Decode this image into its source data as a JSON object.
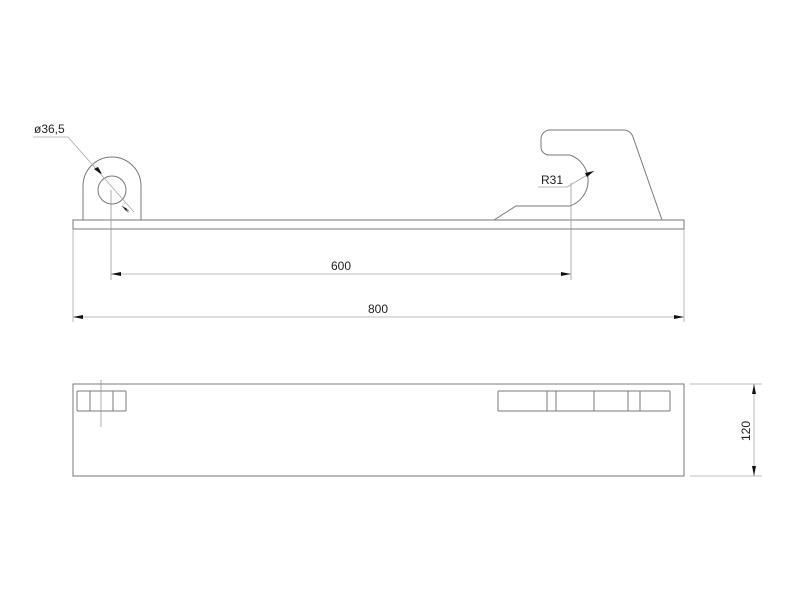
{
  "drawing": {
    "type": "technical-drawing",
    "units": "mm",
    "views": {
      "front": {
        "label": "front-view",
        "features": [
          "base-plate",
          "lug-with-hole",
          "hook"
        ]
      },
      "top": {
        "label": "top-view",
        "features": [
          "plate-outline",
          "left-slot-group",
          "right-slot-group"
        ]
      }
    },
    "dimensions": {
      "hole_diameter": "ø36,5",
      "hook_radius": "R31",
      "center_distance": "600",
      "overall_length": "800",
      "width": "120"
    },
    "colors": {
      "background": "#ffffff",
      "outline": "#7a7a7a",
      "dimension_line": "#a8a8a8",
      "arrow": "#111111",
      "text": "#222222"
    }
  }
}
